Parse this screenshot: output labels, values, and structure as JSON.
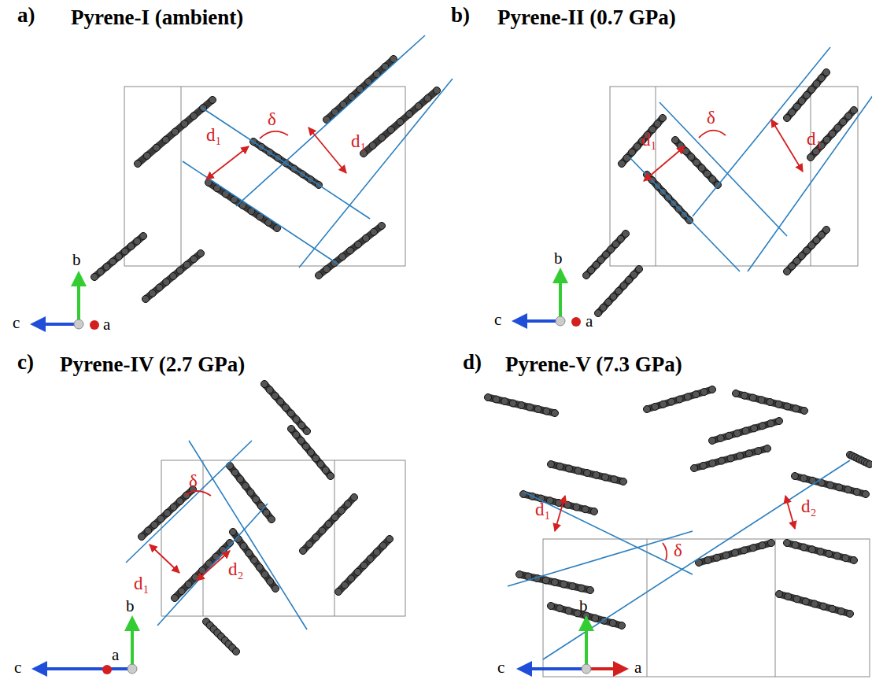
{
  "diagram": {
    "labels": [
      "a)",
      "Pyrene-I (ambient)",
      "d₁",
      "δ",
      "d₁",
      "b",
      "c",
      "a",
      "b)",
      "Pyrene-II (0.7 GPa)",
      "d₁",
      "δ",
      "d₁",
      "b",
      "c",
      "a",
      "c)",
      "Pyrene-IV (2.7 GPa)",
      "d₁",
      "δ",
      "d₂",
      "b",
      "c",
      "a",
      "d)",
      "Pyrene-V (7.3 GPa)",
      "d₁",
      "δ",
      "d₂",
      "b",
      "c",
      "a"
    ]
  }
}
